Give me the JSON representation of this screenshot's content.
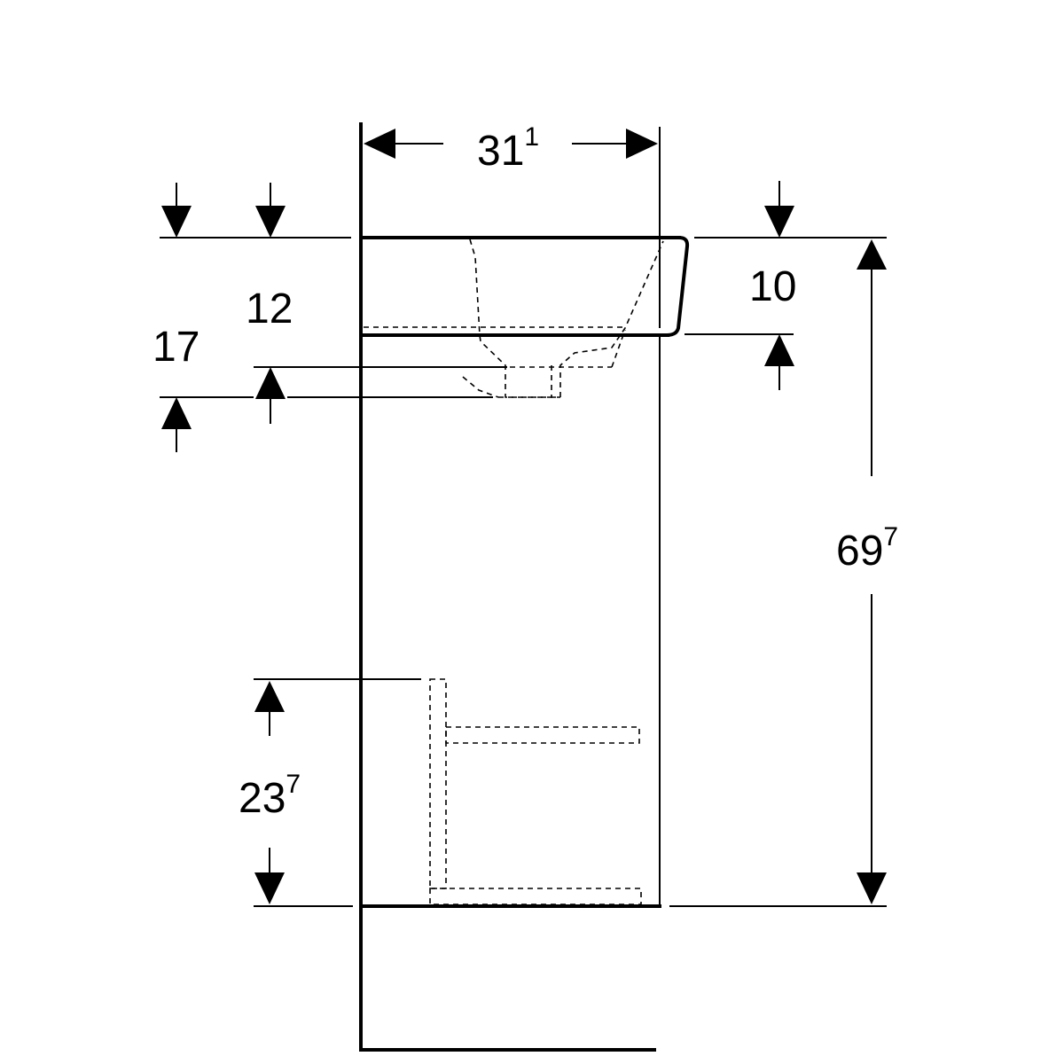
{
  "dimensions": {
    "width_top": {
      "main": "31",
      "sup": "1"
    },
    "basin_depth_left": {
      "main": "12"
    },
    "siphon_depth_left": {
      "main": "17"
    },
    "rim_thickness_right": {
      "main": "10"
    },
    "total_height_right": {
      "main": "69",
      "sup": "7"
    },
    "lower_height_left": {
      "main": "23",
      "sup": "7"
    }
  }
}
